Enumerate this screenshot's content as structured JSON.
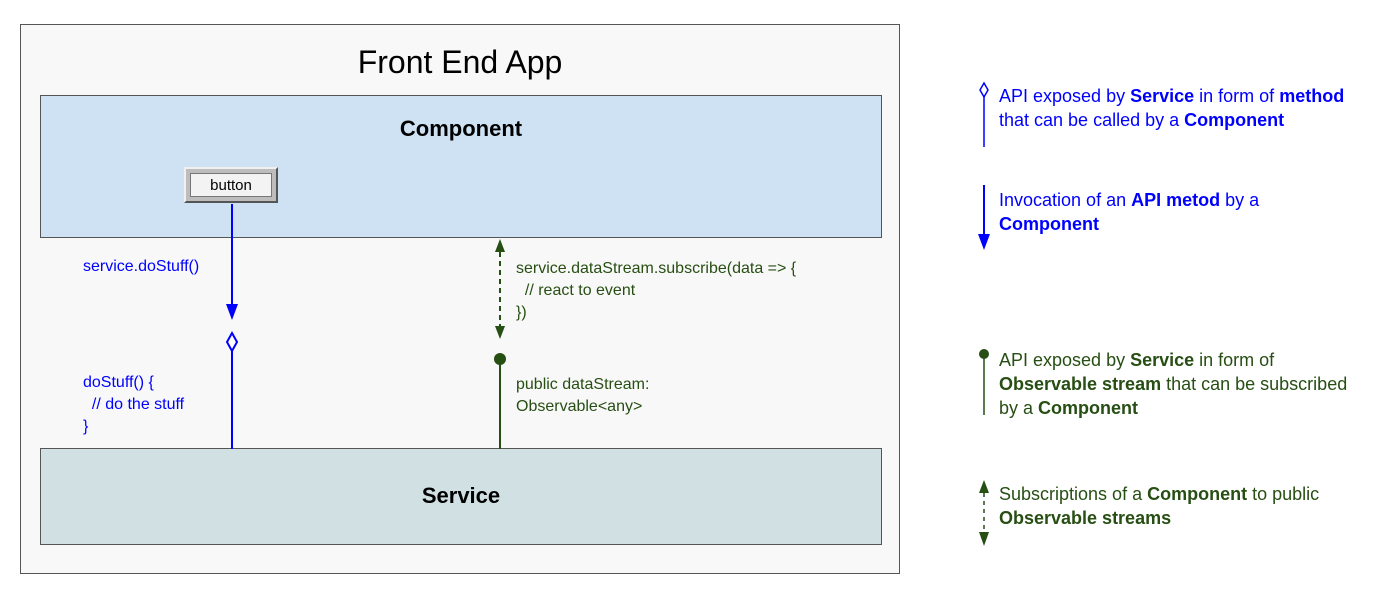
{
  "app": {
    "title": "Front End App"
  },
  "component": {
    "label": "Component"
  },
  "button": {
    "label": "button"
  },
  "service": {
    "label": "Service"
  },
  "arrows": {
    "call_label": "service.doStuff()",
    "method_definition": "doStuff() {\n  // do the stuff\n}",
    "subscribe_code": "service.dataStream.subscribe(data => {\n  // react to event\n})",
    "stream_declaration": "public dataStream:\nObservable<any>"
  },
  "legend": {
    "api_method": [
      "API exposed by ",
      {
        "b": "Service"
      },
      " in form of ",
      {
        "b": "method"
      },
      "\nthat can be called by a ",
      {
        "b": "Component"
      }
    ],
    "invocation": [
      "Invocation of an ",
      {
        "b": "API metod"
      },
      " by a\n",
      {
        "b": "Component"
      }
    ],
    "observable": [
      "API exposed by ",
      {
        "b": "Service"
      },
      " in form of\n",
      {
        "b": "Observable stream"
      },
      " that can be subscribed\nby a ",
      {
        "b": "Component"
      }
    ],
    "subscription": [
      "Subscriptions of a ",
      {
        "b": "Component"
      },
      " to public\n",
      {
        "b": "Observable streams"
      }
    ]
  },
  "colors": {
    "method_blue": "#0000ff",
    "observable_green": "#274e13",
    "component_fill": "#cfe2f3",
    "service_fill": "#d0e0e3"
  },
  "icons": {
    "method_api": "hollow-diamond-line",
    "invocation": "arrow-down",
    "observable_api": "filled-circle-line",
    "subscription": "dashed-double-arrow"
  }
}
